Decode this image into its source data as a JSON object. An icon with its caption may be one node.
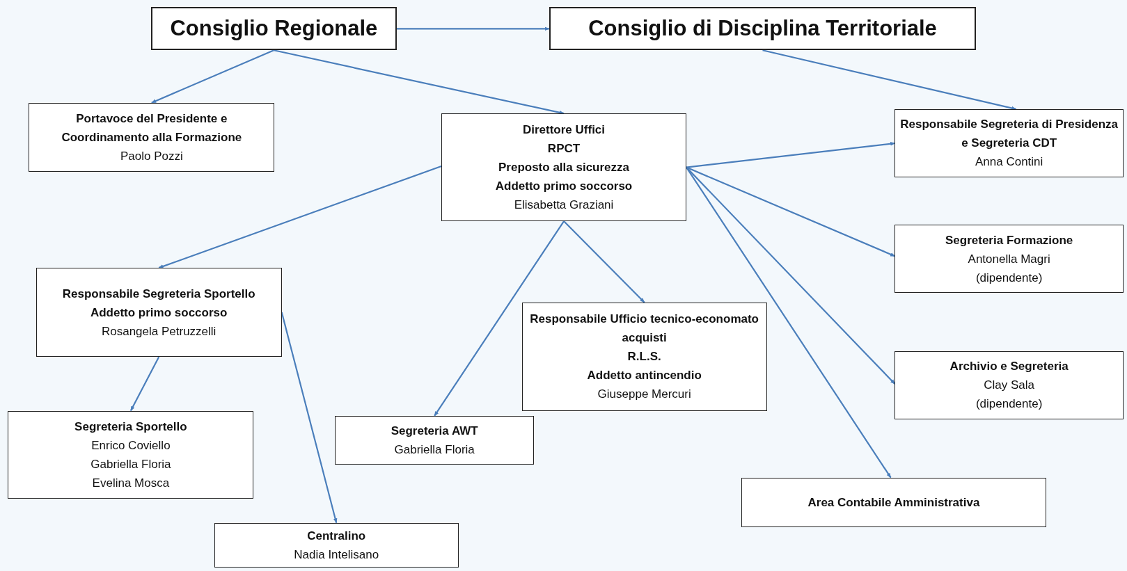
{
  "diagram": {
    "nodes": [
      {
        "text": [
          "Consiglio Regionale"
        ]
      },
      {
        "text": [
          "Consiglio di Disciplina Territoriale"
        ]
      },
      {
        "text": [
          "Portavoce del Presidente e Coordinamento alla Formazione",
          "Paolo Pozzi"
        ]
      },
      {
        "text": [
          "Direttore Uffici",
          "RPCT",
          "Preposto alla sicurezza",
          "Addetto primo soccorso",
          "Elisabetta Graziani"
        ]
      },
      {
        "text": [
          "Responsabile Segreteria di Presidenza e Segreteria CDT",
          "Anna Contini"
        ]
      },
      {
        "text": [
          "Segreteria Formazione",
          "Antonella Magri",
          "(dipendente)"
        ]
      },
      {
        "text": [
          "Responsabile Segreteria Sportello",
          "Addetto primo soccorso",
          "Rosangela Petruzzelli"
        ]
      },
      {
        "text": [
          "Responsabile Ufficio tecnico-economato acquisti",
          "R.L.S.",
          "Addetto antincendio",
          "Giuseppe Mercuri"
        ]
      },
      {
        "text": [
          "Archivio e Segreteria",
          "Clay Sala",
          "(dipendente)"
        ]
      },
      {
        "text": [
          "Segreteria Sportello",
          "Enrico Coviello",
          "Gabriella Floria",
          "Evelina Mosca"
        ]
      },
      {
        "text": [
          "Segreteria AWT",
          "Gabriella Floria"
        ]
      },
      {
        "text": [
          "Area Contabile Amministrativa"
        ]
      },
      {
        "text": [
          "Centralino",
          "Nadia Intelisano"
        ]
      }
    ],
    "edges": [
      {
        "from": 0,
        "to": 1,
        "arrow": "to"
      },
      {
        "from": 0,
        "to": 2,
        "arrow": "to"
      },
      {
        "from": 0,
        "to": 3,
        "arrow": "to"
      },
      {
        "from": 1,
        "to": 4,
        "arrow": "to"
      },
      {
        "from": 3,
        "to": 4,
        "arrow": "to"
      },
      {
        "from": 3,
        "to": 5,
        "arrow": "to"
      },
      {
        "from": 3,
        "to": 8,
        "arrow": "to"
      },
      {
        "from": 3,
        "to": 11,
        "arrow": "to"
      },
      {
        "from": 3,
        "to": 6,
        "arrow": "to"
      },
      {
        "from": 3,
        "to": 10,
        "arrow": "to"
      },
      {
        "from": 3,
        "to": 7,
        "arrow": "to"
      },
      {
        "from": 6,
        "to": 9,
        "arrow": "to"
      },
      {
        "from": 6,
        "to": 12,
        "arrow": "to"
      }
    ]
  }
}
